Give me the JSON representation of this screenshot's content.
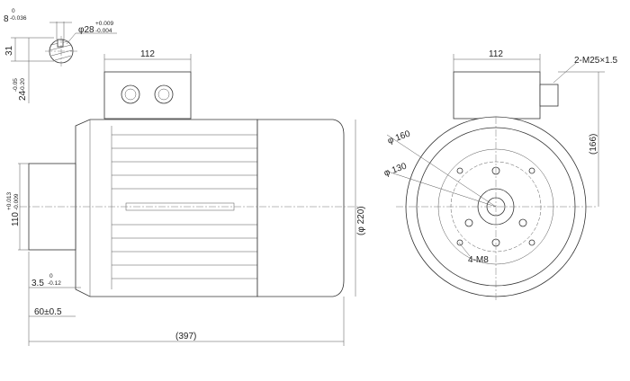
{
  "shaft_section": {
    "key_width": "8",
    "key_width_upper": "0",
    "key_width_lower": "-0.036",
    "shaft_dia": "φ28",
    "shaft_dia_upper": "+0.009",
    "shaft_dia_lower": "-0.004",
    "height_31": "31",
    "key_depth": "24",
    "key_depth_upper": "-0.05",
    "key_depth_lower": "-0.20"
  },
  "side_view": {
    "terminal_box_width": "112",
    "spigot": "110",
    "spigot_upper": "+0.013",
    "spigot_lower": "-0.009",
    "spigot_depth": "3.5",
    "spigot_depth_upper": "0",
    "spigot_depth_lower": "-0.12",
    "shaft_length": "60±0.5",
    "overall_length": "(397)",
    "frame_dia": "(φ 220)"
  },
  "end_view": {
    "terminal_box_width": "112",
    "cable_gland": "2-M25×1.5",
    "height": "(166)",
    "pcd_160": "φ 160",
    "pcd_130": "φ 130",
    "holes": "4-M8"
  }
}
